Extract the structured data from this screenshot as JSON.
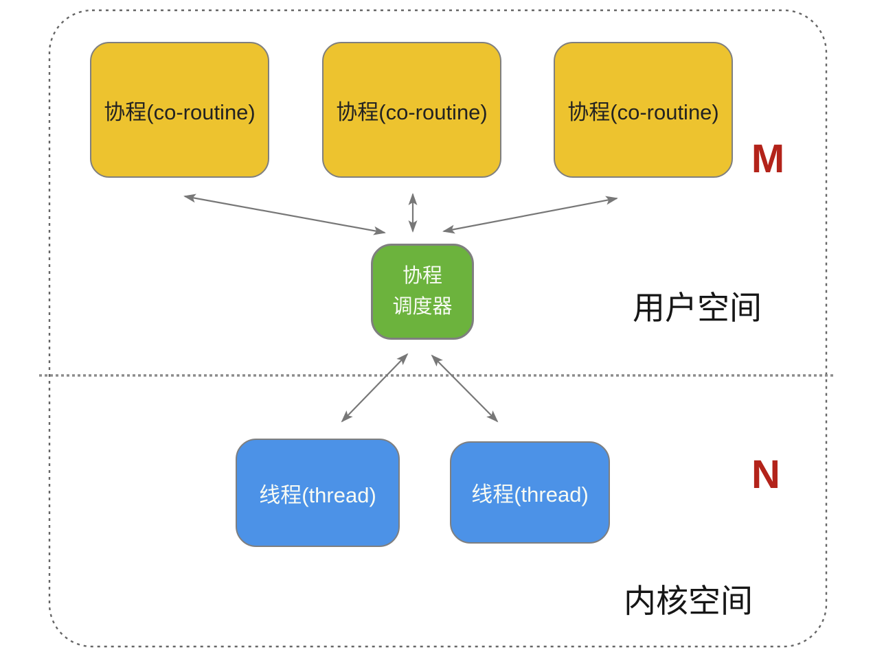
{
  "colors": {
    "coroutine-fill": "#EDC32F",
    "scheduler-fill": "#6CB33D",
    "thread-fill": "#4C92E7",
    "label-red": "#B3231A",
    "box-border": "#7F7F7F",
    "arrow": "#777777",
    "boundary": "#666666",
    "divider": "#8C8C8C",
    "text-dark": "#222222",
    "text-light": "#F8FBF4"
  },
  "diagram": {
    "coroutines": [
      {
        "label": "协程(co-routine)"
      },
      {
        "label": "协程(co-routine)"
      },
      {
        "label": "协程(co-routine)"
      }
    ],
    "scheduler": {
      "line1": "协程",
      "line2": "调度器"
    },
    "threads": [
      {
        "label": "线程(thread)"
      },
      {
        "label": "线程(thread)"
      }
    ],
    "annotations": {
      "m": "M",
      "n": "N",
      "user_space": "用户空间",
      "kernel_space": "内核空间"
    }
  }
}
